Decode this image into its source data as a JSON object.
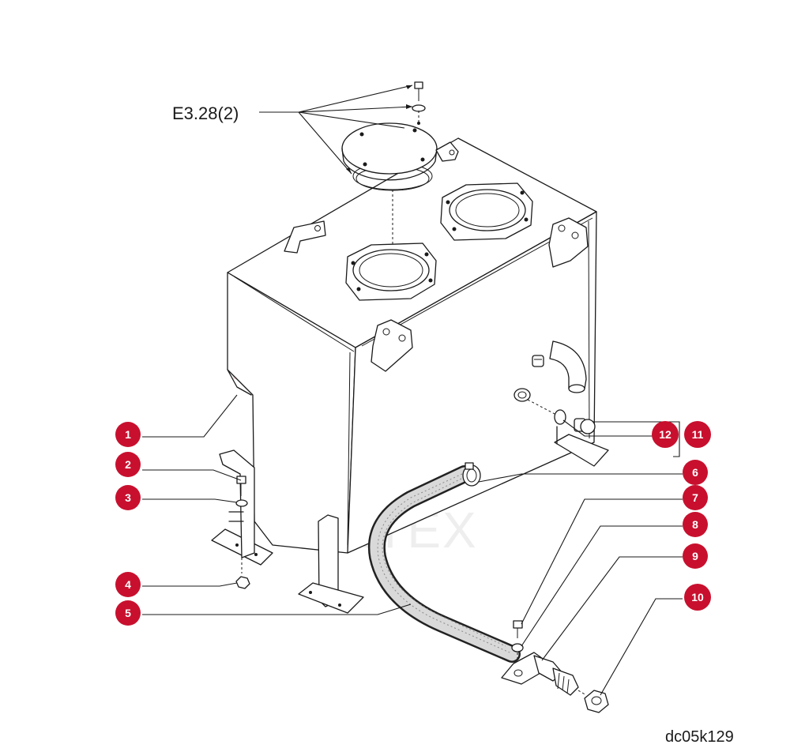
{
  "diagram": {
    "reference_label": "E3.28(2)",
    "drawing_code": "dc05k129",
    "watermark_text": "ИНТЕХ",
    "callout_color": "#c8102e",
    "watermark_color": "#e83a3a",
    "callouts": [
      {
        "id": "1",
        "label": "1"
      },
      {
        "id": "2",
        "label": "2"
      },
      {
        "id": "3",
        "label": "3"
      },
      {
        "id": "4",
        "label": "4"
      },
      {
        "id": "5",
        "label": "5"
      },
      {
        "id": "6",
        "label": "6"
      },
      {
        "id": "7",
        "label": "7"
      },
      {
        "id": "8",
        "label": "8"
      },
      {
        "id": "9",
        "label": "9"
      },
      {
        "id": "10",
        "label": "10"
      },
      {
        "id": "11",
        "label": "11"
      },
      {
        "id": "12",
        "label": "12"
      }
    ]
  }
}
